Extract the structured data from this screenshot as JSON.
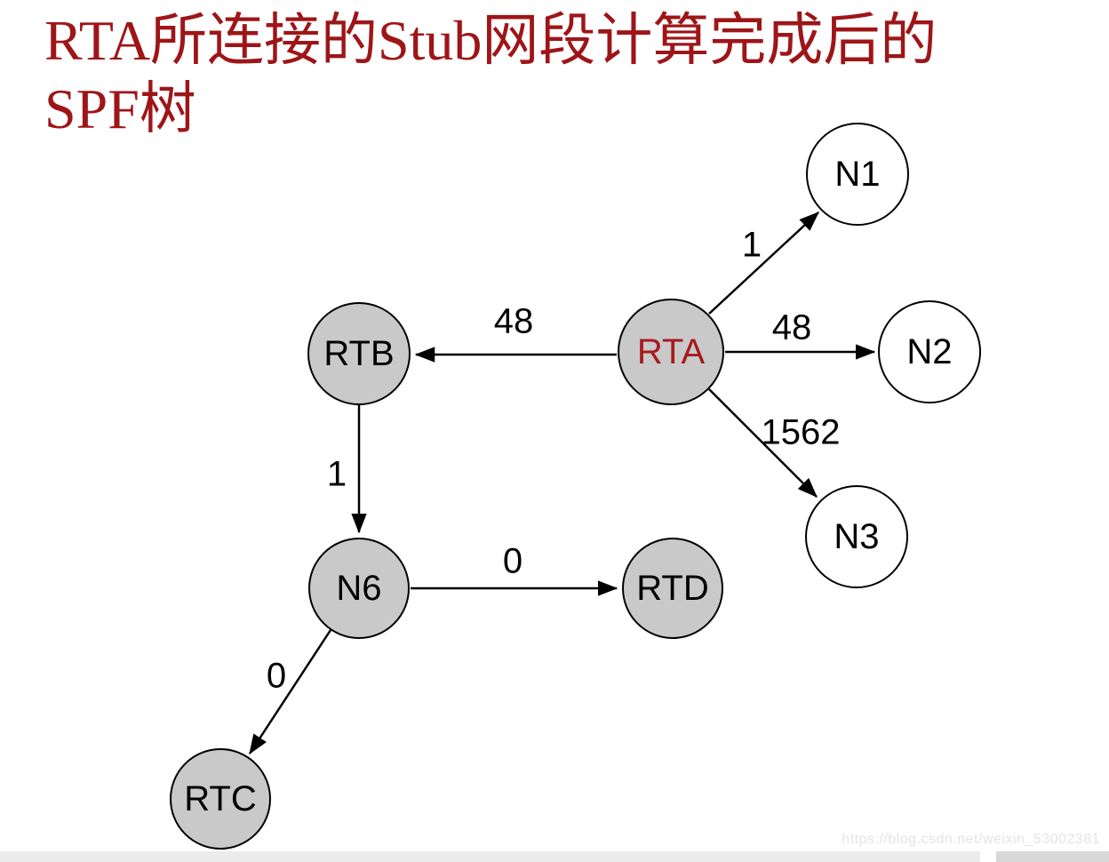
{
  "title": {
    "line1": "RTA所连接的Stub网段计算完成后的",
    "line2": "SPF树"
  },
  "diagram": {
    "nodes": [
      {
        "id": "N1",
        "label": "N1",
        "fill": "white",
        "role": "stub-network"
      },
      {
        "id": "RTA",
        "label": "RTA",
        "fill": "gray",
        "role": "root-router"
      },
      {
        "id": "N2",
        "label": "N2",
        "fill": "white",
        "role": "stub-network"
      },
      {
        "id": "RTB",
        "label": "RTB",
        "fill": "gray",
        "role": "router"
      },
      {
        "id": "N3",
        "label": "N3",
        "fill": "white",
        "role": "stub-network"
      },
      {
        "id": "N6",
        "label": "N6",
        "fill": "gray",
        "role": "transit-network"
      },
      {
        "id": "RTD",
        "label": "RTD",
        "fill": "gray",
        "role": "router"
      },
      {
        "id": "RTC",
        "label": "RTC",
        "fill": "gray",
        "role": "router"
      }
    ],
    "edges": [
      {
        "from": "RTA",
        "to": "N1",
        "cost": "1"
      },
      {
        "from": "RTA",
        "to": "N2",
        "cost": "48"
      },
      {
        "from": "RTA",
        "to": "N3",
        "cost": "1562"
      },
      {
        "from": "RTA",
        "to": "RTB",
        "cost": "48"
      },
      {
        "from": "RTB",
        "to": "N6",
        "cost": "1"
      },
      {
        "from": "N6",
        "to": "RTD",
        "cost": "0"
      },
      {
        "from": "N6",
        "to": "RTC",
        "cost": "0"
      }
    ]
  },
  "watermark": "https://blog.csdn.net/weixin_53002381",
  "colors": {
    "title_red": "#9E1518",
    "root_node_text_red": "#A8191E",
    "node_gray_fill": "#C9C9C9",
    "node_white_fill": "#FFFFFF",
    "node_stroke": "#000000",
    "edge_stroke": "#000000",
    "watermark_gray": "#E4E4E4",
    "scrollbar_track": "#ECECEC",
    "scrollbar_thumb": "#D8D8D8"
  }
}
